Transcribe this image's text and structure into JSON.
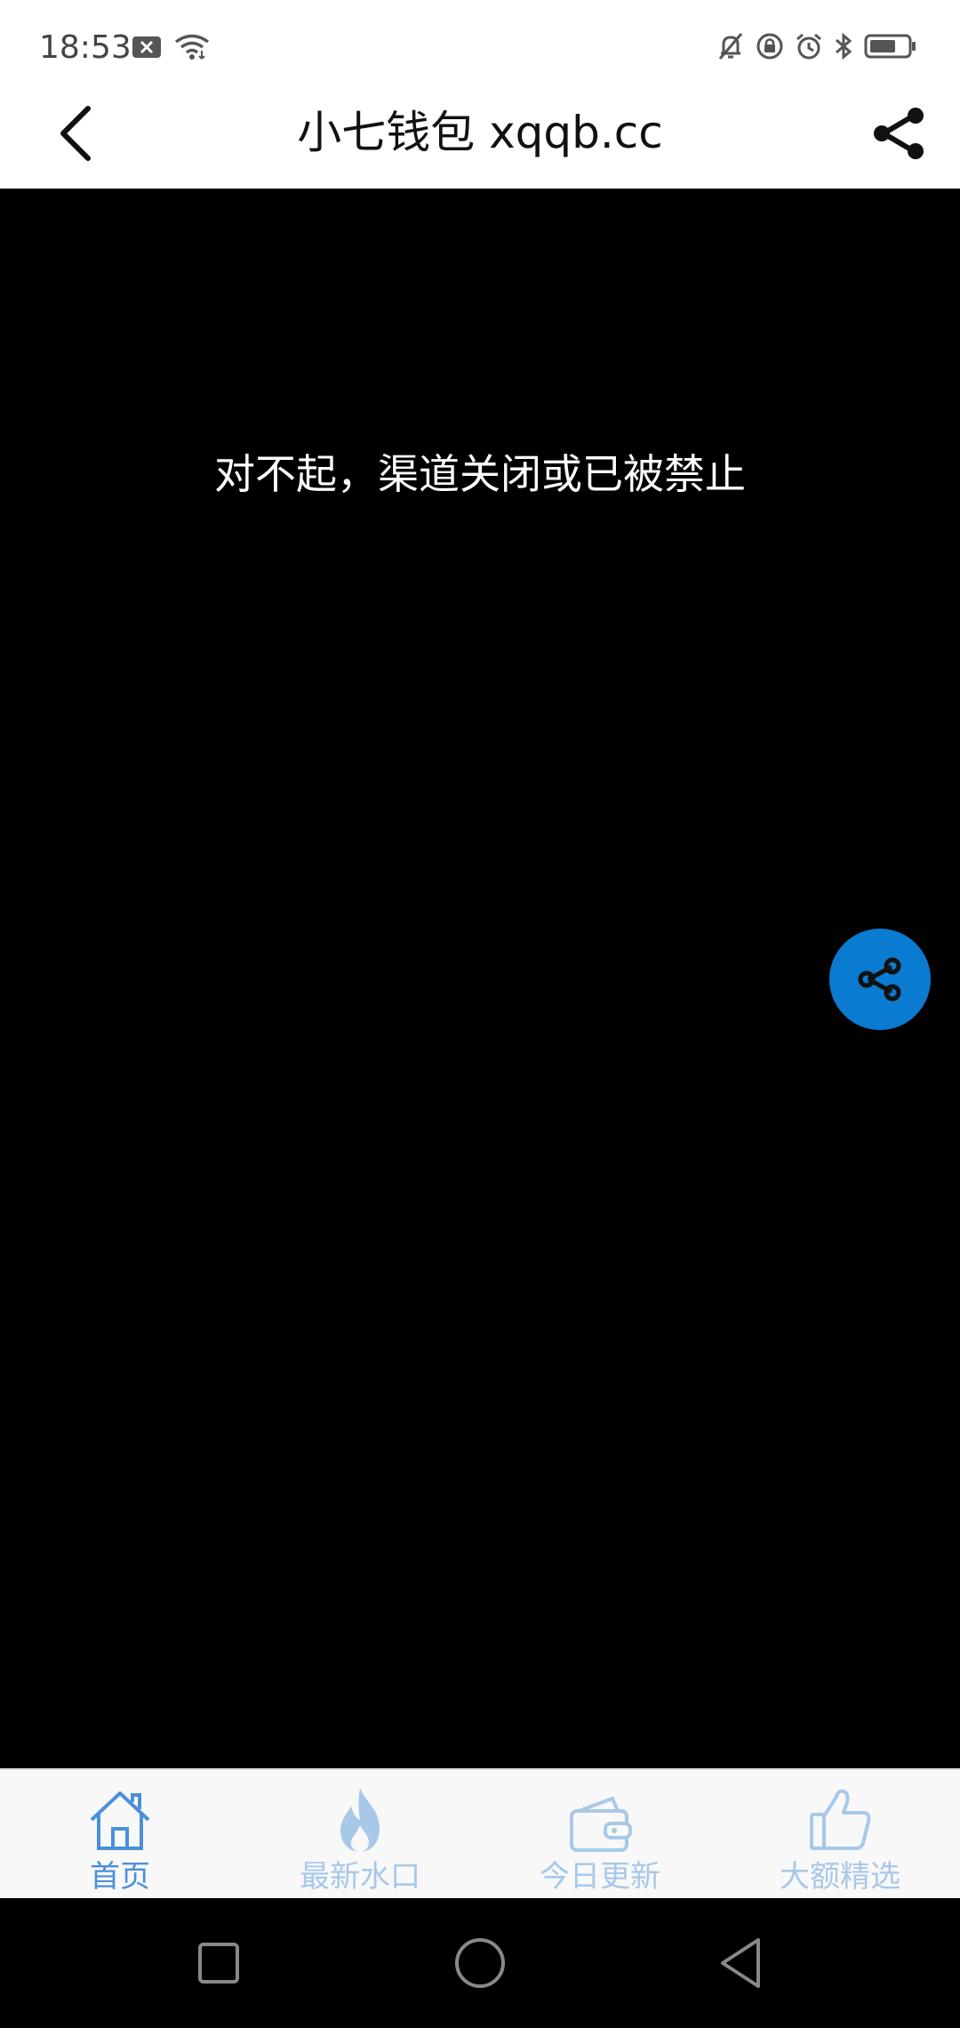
{
  "status_bar": {
    "time": "18:53"
  },
  "header": {
    "title": "小七钱包 xqqb.cc"
  },
  "main": {
    "error_message": "对不起，渠道关闭或已被禁止"
  },
  "tabs": [
    {
      "label": "首页",
      "icon": "home-icon",
      "active": true
    },
    {
      "label": "最新水口",
      "icon": "flame-icon",
      "active": false
    },
    {
      "label": "今日更新",
      "icon": "wallet-icon",
      "active": false
    },
    {
      "label": "大额精选",
      "icon": "thumbs-up-icon",
      "active": false
    }
  ],
  "colors": {
    "fab_background": "#0a7bd0",
    "tab_active": "#4a90d9",
    "tab_inactive": "#a8c8e8"
  }
}
